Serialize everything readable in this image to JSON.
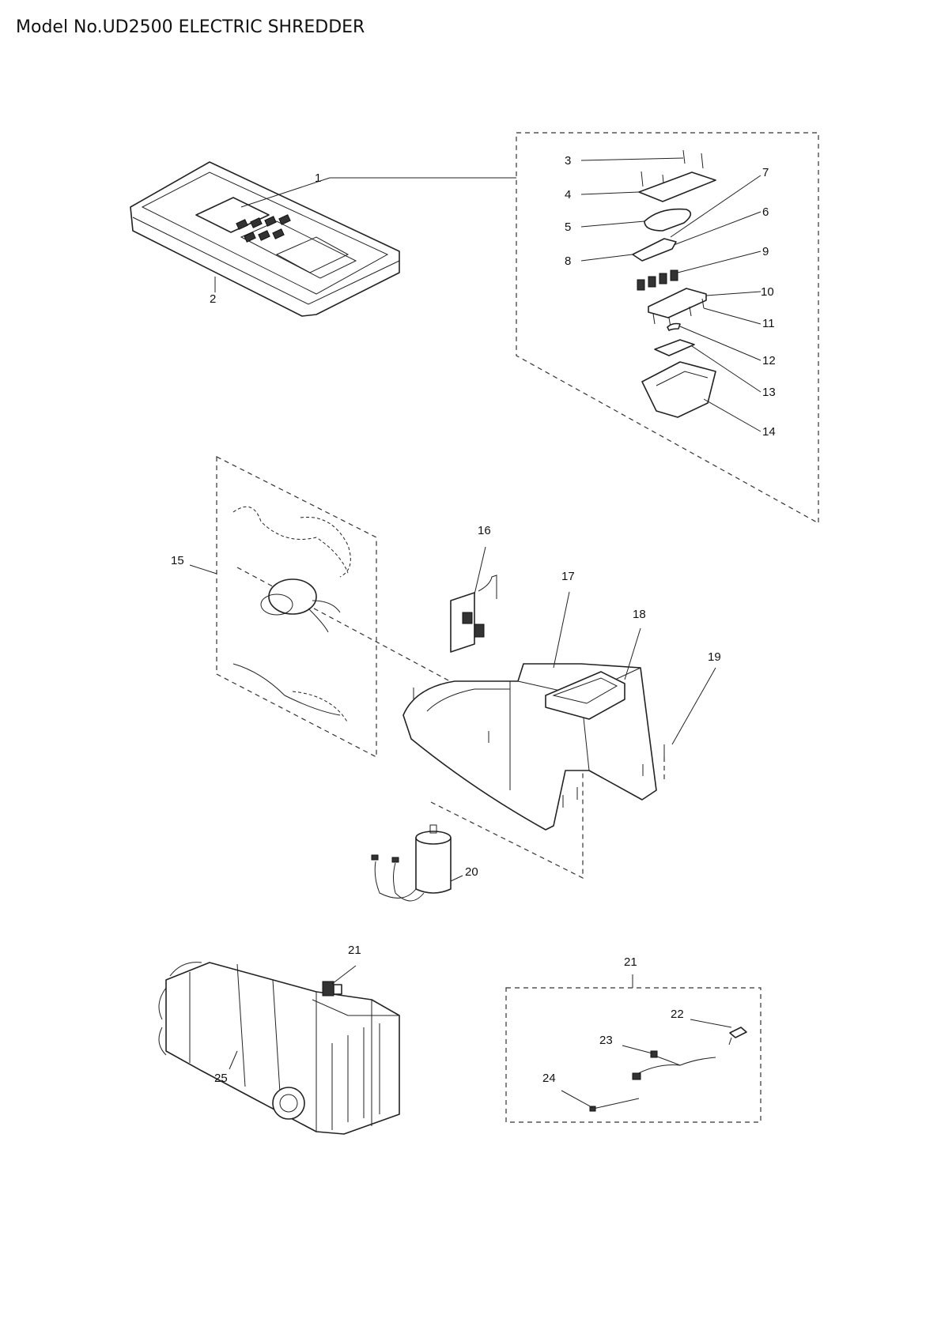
{
  "title": "Model No.UD2500 ELECTRIC SHREDDER",
  "callouts": [
    "1",
    "2",
    "3",
    "4",
    "5",
    "6",
    "7",
    "8",
    "9",
    "10",
    "11",
    "12",
    "13",
    "14",
    "15",
    "16",
    "17",
    "18",
    "19",
    "20",
    "21",
    "21",
    "22",
    "23",
    "24",
    "25"
  ]
}
